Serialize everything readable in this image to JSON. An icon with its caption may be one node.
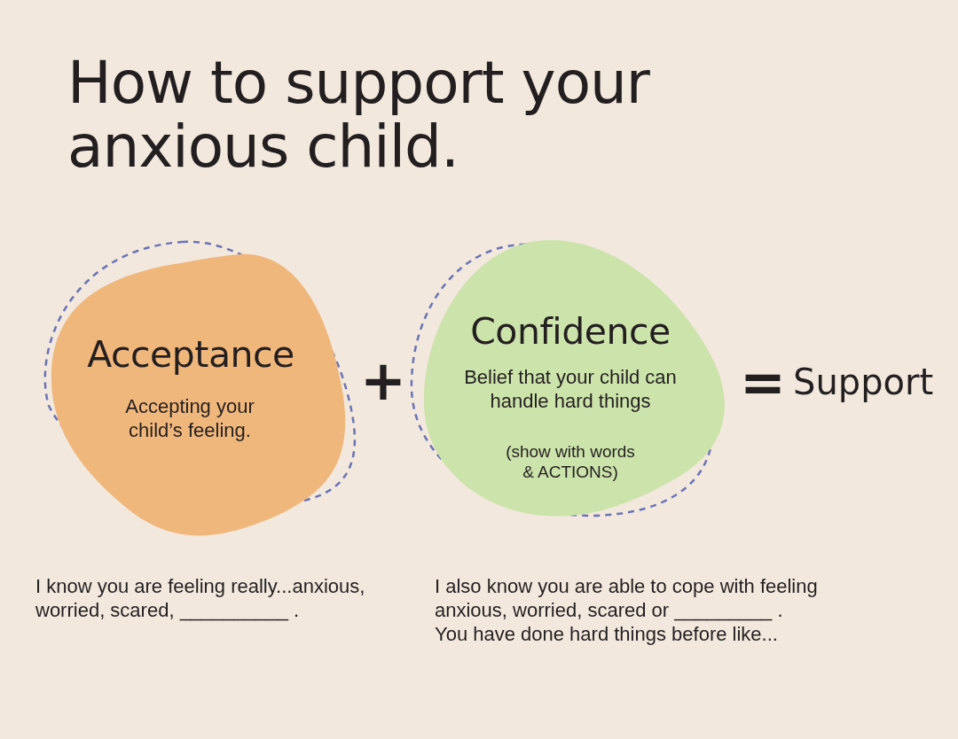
{
  "diagram": {
    "title": "How to support your anxious child.",
    "nodes": [
      {
        "text": [
          "Acceptance",
          "Accepting your child’s feeling."
        ]
      },
      {
        "text": [
          "Confidence",
          "Belief that your child can handle hard things",
          "(show with words & ACTIONS)"
        ]
      }
    ],
    "labels": [
      "+",
      "=",
      "Support",
      "I know you are feeling really...anxious, worried, scared, __________ .",
      "I also know you are able to cope with feeling anxious, worried, scared or _________ .",
      "You have done hard things before like..."
    ]
  }
}
